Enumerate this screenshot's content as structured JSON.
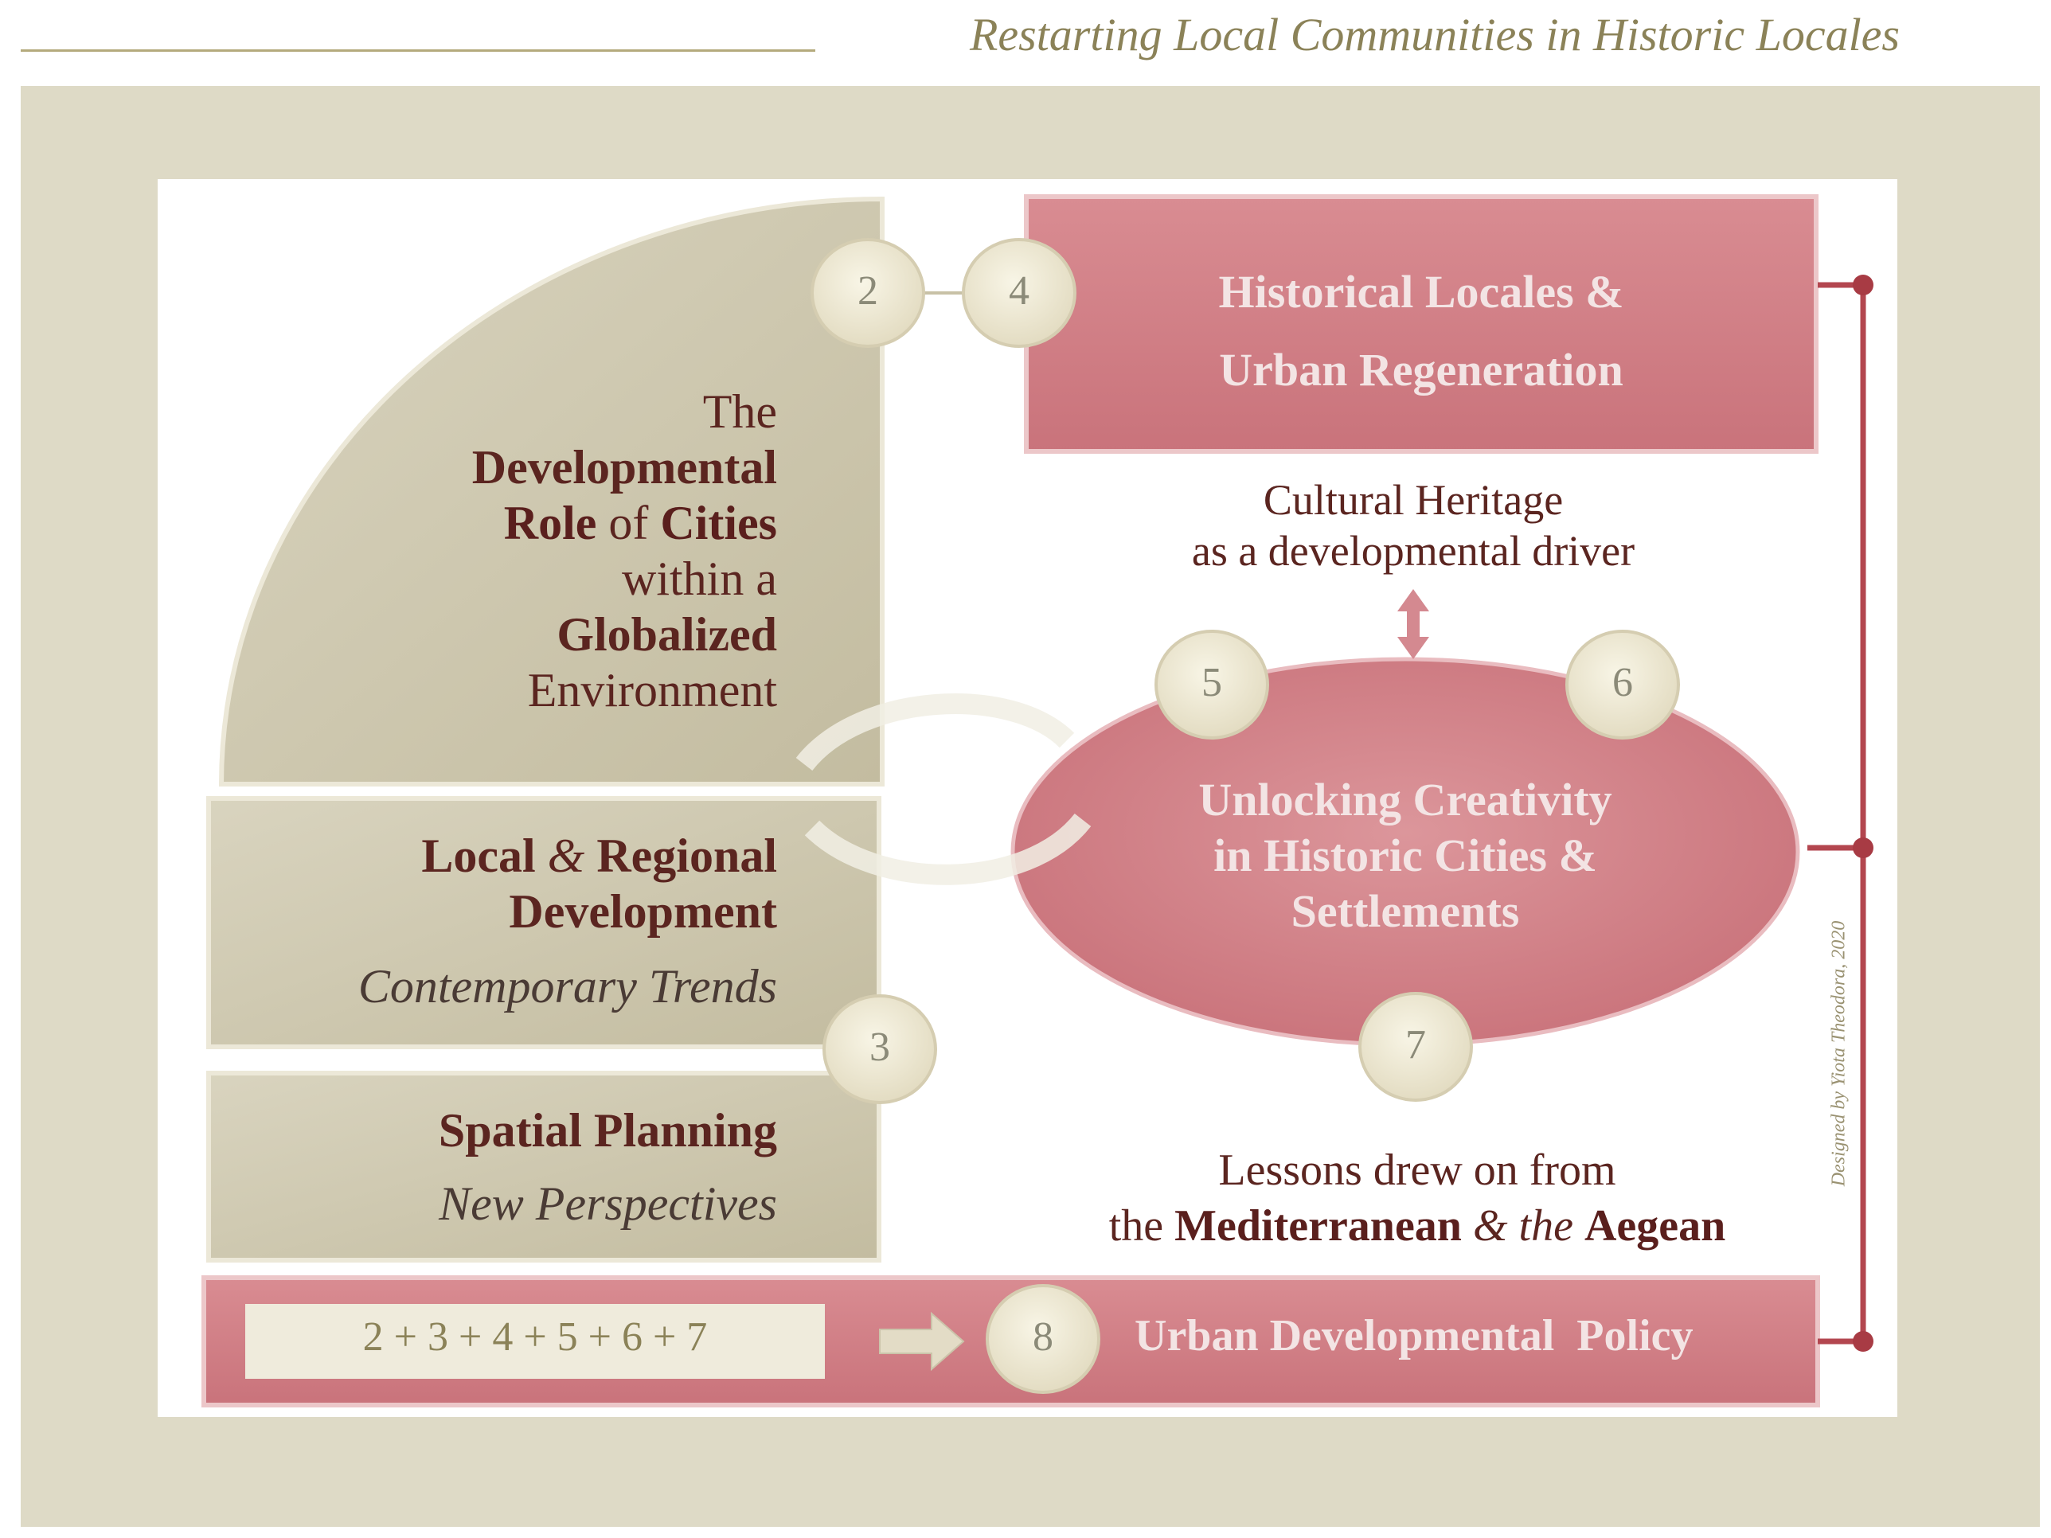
{
  "header": {
    "title": "Restarting Local Communities in Historic Locales"
  },
  "left": {
    "quadrant": {
      "line1": "The",
      "line2": "Developmental",
      "line3_a": "Role",
      "line3_b": " of ",
      "line3_c": "Cities",
      "line4": "within a",
      "line5": "Globalized",
      "line6": "Environment"
    },
    "local_regional": {
      "line1_a": "Local ",
      "line1_amp": "&",
      "line1_b": " Regional",
      "line2": "Development",
      "subtitle": "Contemporary Trends"
    },
    "spatial": {
      "title": "Spatial Planning",
      "subtitle": "New Perspectives"
    }
  },
  "historical_box": {
    "line1": "Historical Locales &",
    "line2": "Urban Regeneration"
  },
  "cultural_heritage": {
    "line1": "Cultural Heritage",
    "line2": "as a developmental driver"
  },
  "ellipse": {
    "line1": "Unlocking Creativity",
    "line2": "in Historic Cities &",
    "line3": "Settlements"
  },
  "lessons": {
    "line1": "Lessons drew on from",
    "line2_a": "the ",
    "line2_b": "Mediterranean",
    "line2_c": " & the ",
    "line2_d": "Aegean"
  },
  "bottom_bar": {
    "formula": "2 + 3 + 4 + 5 + 6 + 7",
    "policy": "Urban Developmental  Policy"
  },
  "badges": {
    "b2": "2",
    "b3": "3",
    "b4": "4",
    "b5": "5",
    "b6": "6",
    "b7": "7",
    "b8": "8"
  },
  "credit": "Designed by Yiota Theodora, 2020",
  "colors": {
    "beige": "#cbc5ac",
    "pink": "#d07f86",
    "dark_red": "#5a1f1d",
    "frame": "#dedac6",
    "line": "#b3464f"
  }
}
